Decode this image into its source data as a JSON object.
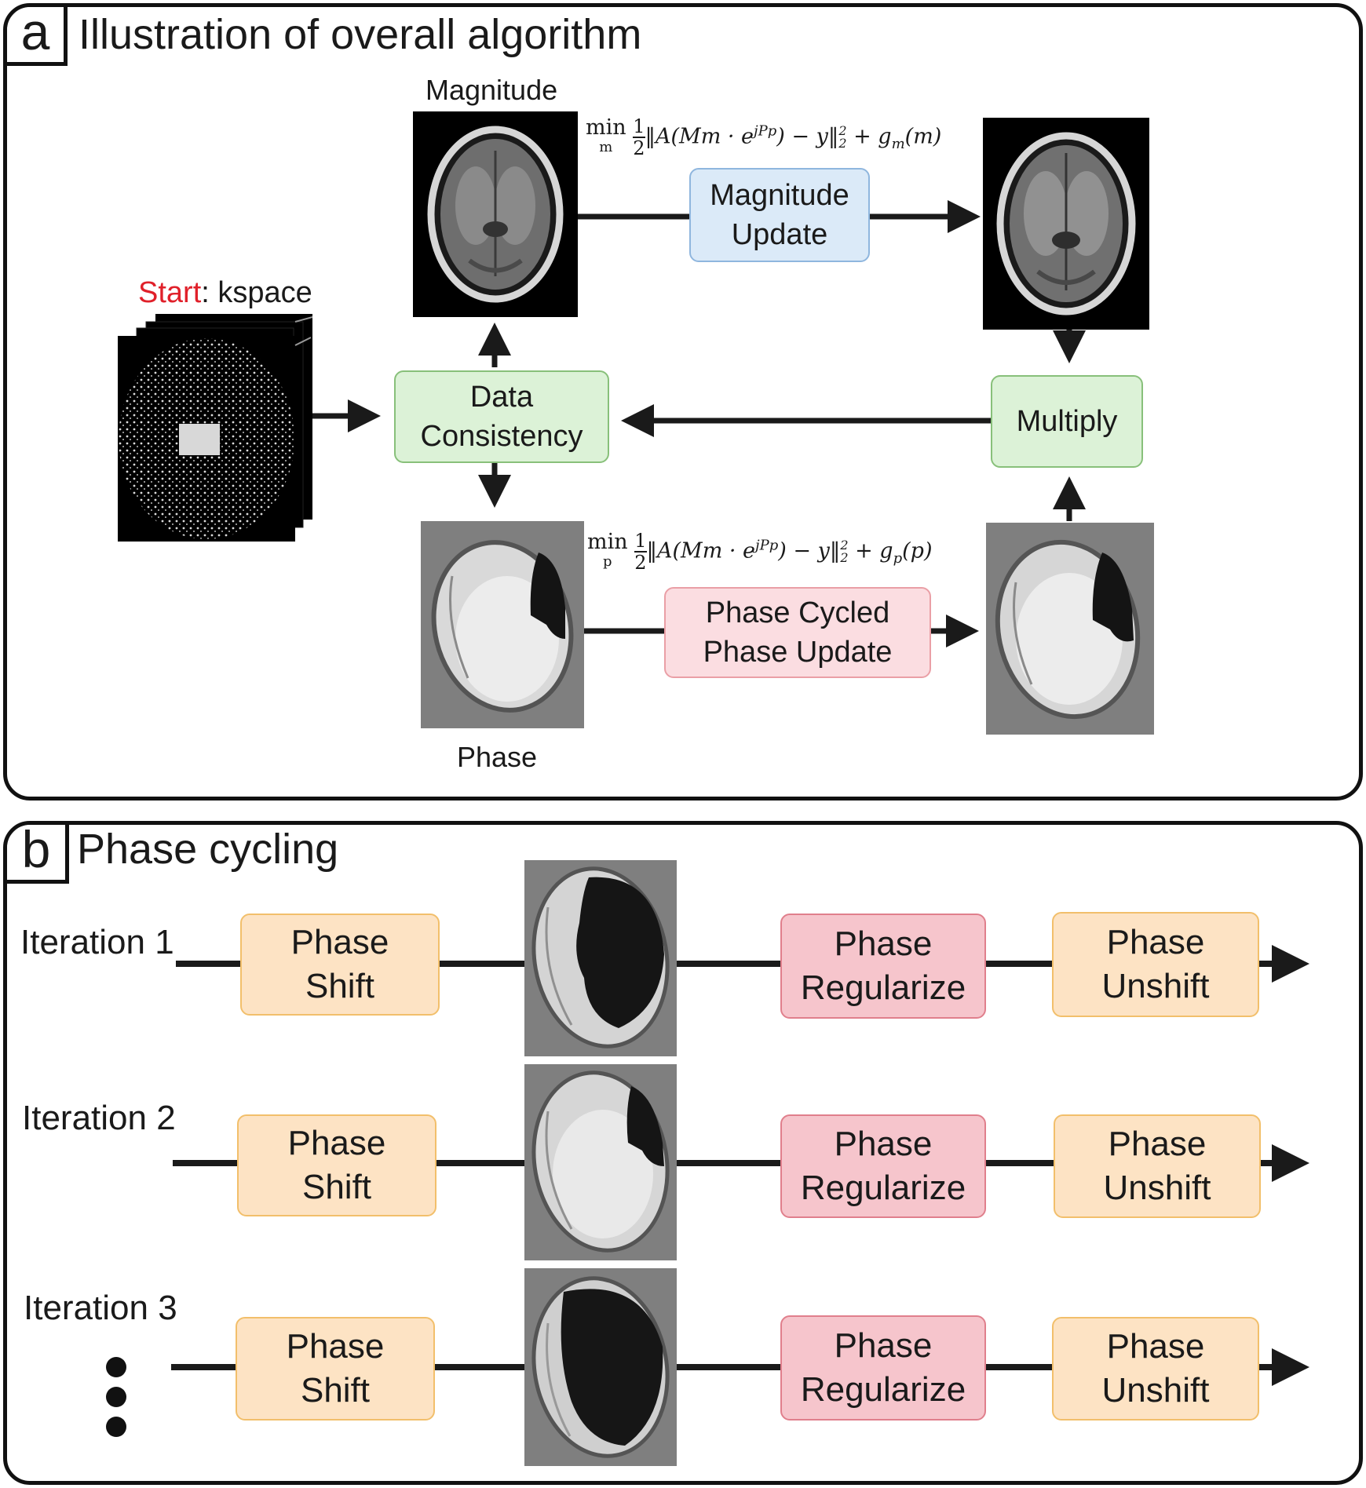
{
  "panel_a": {
    "letter": "a",
    "title": "Illustration of overall algorithm",
    "start_prefix": "Start",
    "start_suffix": ": kspace",
    "magnitude_label": "Magnitude",
    "phase_label": "Phase",
    "magnitude_equation": "min_m ½‖A(Mm · e^{jPp}) − y‖²₂ + g_m(m)",
    "phase_equation": "min_p ½‖A(Mm · e^{jPp}) − y‖²₂ + g_p(p)",
    "eq": {
      "min": "min",
      "sub_m": "m",
      "sub_p": "p",
      "half_num": "1",
      "half_den": "2",
      "body": "‖A(Mm · e",
      "exp": "jPp",
      "tail": ") − y‖",
      "sup2": "2",
      "sub2": "2",
      "plus": " + g",
      "g_sub_m": "m",
      "g_arg_m": "(m)",
      "g_sub_p": "p",
      "g_arg_p": "(p)"
    },
    "boxes": {
      "magnitude_update": "Magnitude\nUpdate",
      "data_consistency": "Data\nConsistency",
      "multiply": "Multiply",
      "phase_update": "Phase Cycled\nPhase Update"
    }
  },
  "panel_b": {
    "letter": "b",
    "title": "Phase cycling",
    "iterations": [
      {
        "label": "Iteration 1",
        "shift": "Phase\nShift",
        "regularize": "Phase\nRegularize",
        "unshift": "Phase\nUnshift"
      },
      {
        "label": "Iteration 2",
        "shift": "Phase\nShift",
        "regularize": "Phase\nRegularize",
        "unshift": "Phase\nUnshift"
      },
      {
        "label": "Iteration 3",
        "shift": "Phase\nShift",
        "regularize": "Phase\nRegularize",
        "unshift": "Phase\nUnshift"
      }
    ],
    "ellipsis": "⋮"
  },
  "colors": {
    "blue_box": "#dbeaf8",
    "green_box": "#dcf2d7",
    "pink_box": "#fbdde1",
    "orange_box": "#fde3c4",
    "red_box": "#f6c5cc",
    "start_red": "#e0202a"
  }
}
